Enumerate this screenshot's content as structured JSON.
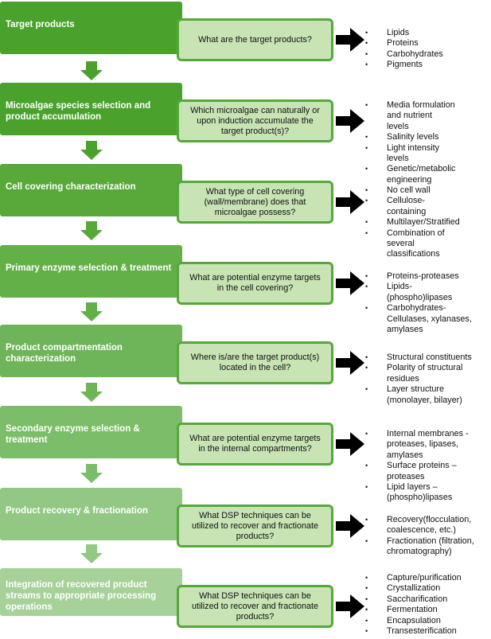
{
  "colors": {
    "steps": [
      "#4aa22d",
      "#4aa22d",
      "#58a83a",
      "#63b049",
      "#6db558",
      "#7cbd69",
      "#92c883",
      "#a6d199"
    ],
    "question_fill": "#c8e3b4",
    "question_border": "#55a93a",
    "arrow": "#000000"
  },
  "steps": [
    {
      "title": "Target products",
      "question": "What are the target products?",
      "bullets": [
        "Lipids",
        "Proteins",
        "Carbohydrates",
        "Pigments"
      ]
    },
    {
      "title": "Microalgae species selection and product accumulation",
      "question": "Which microalgae can naturally  or upon induction accumulate the target product(s)?",
      "bullets": [
        "Media formulation and nutrient levels",
        "Salinity levels",
        "Light intensity levels",
        "Genetic/metabolic engineering"
      ]
    },
    {
      "title": "Cell covering characterization",
      "question": "What type of cell covering (wall/membrane) does that microalgae possess?",
      "bullets": [
        "No cell wall",
        "Cellulose-containing",
        "Multilayer/Stratified",
        "Combination of several classifications"
      ]
    },
    {
      "title": "Primary enzyme selection & treatment",
      "question": "What are potential enzyme targets in the cell covering?",
      "bullets": [
        "Proteins-proteases",
        "Lipids-(phospho)lipases",
        "Carbohydrates-Cellulases, xylanases, amylases"
      ]
    },
    {
      "title": "Product compartmentation characterization",
      "question": "Where is/are the target product(s) located in the cell?",
      "bullets": [
        "Structural constituents",
        "Polarity of structural residues",
        "Layer structure (monolayer, bilayer)"
      ]
    },
    {
      "title": "Secondary enzyme selection & treatment",
      "question": "What are potential enzyme targets in the internal compartments?",
      "bullets": [
        "Internal membranes - proteases,  lipases, amylases",
        "Surface proteins – proteases",
        "Lipid layers – (phospho)lipases"
      ]
    },
    {
      "title": "Product recovery & fractionation",
      "question": "What DSP techniques can be utilized to recover and fractionate products?",
      "bullets": [
        "Recovery(flocculation, coalescence, etc.)",
        "Fractionation (filtration, chromatography)"
      ]
    },
    {
      "title": "Integration of recovered product streams to appropriate processing operations",
      "question": "What DSP techniques can be utilized to recover and fractionate products?",
      "bullets": [
        "Capture/purification",
        "Crystallization",
        "Saccharification",
        "Fermentation",
        "Encapsulation",
        "Transesterification"
      ]
    }
  ]
}
